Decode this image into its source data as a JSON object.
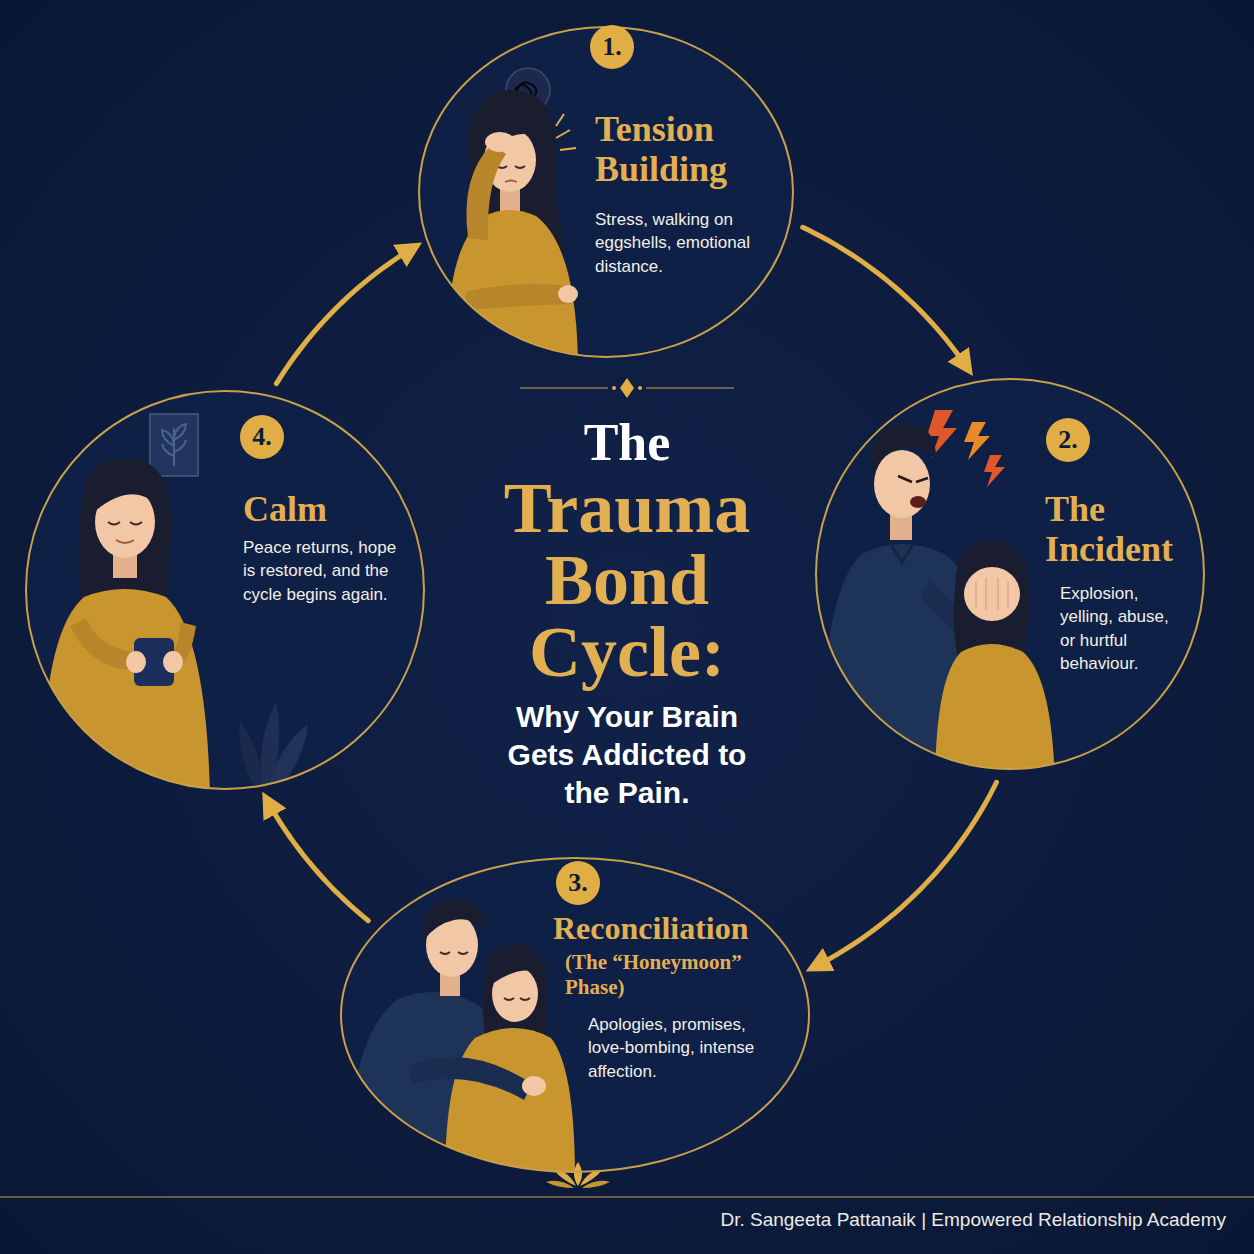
{
  "diagram": {
    "title": "The Trauma Bond Cycle:",
    "nodes": [
      {
        "text": [
          "1.",
          "Tension Building",
          "Stress, walking on eggshells, emotional distance."
        ]
      },
      {
        "text": [
          "2.",
          "The Incident",
          "Explosion, yelling, abuse, or hurtful behaviour."
        ]
      },
      {
        "text": [
          "3.",
          "Reconciliation",
          "(The “Honeymoon” Phase)",
          "Apologies, promises, love-bombing, intense affection."
        ]
      },
      {
        "text": [
          "4.",
          "Calm",
          "Peace returns, hope is restored, and the cycle begins again."
        ]
      }
    ],
    "edges": [
      {
        "from": 0,
        "to": 1,
        "arrow": "to"
      },
      {
        "from": 1,
        "to": 2,
        "arrow": "to"
      },
      {
        "from": 2,
        "to": 3,
        "arrow": "to"
      },
      {
        "from": 3,
        "to": 0,
        "arrow": "to"
      }
    ],
    "labels": [
      "Why Your Brain Gets Addicted to the Pain.",
      "Dr. Sangeeta Pattanaik | Empowered Relationship Academy"
    ]
  }
}
